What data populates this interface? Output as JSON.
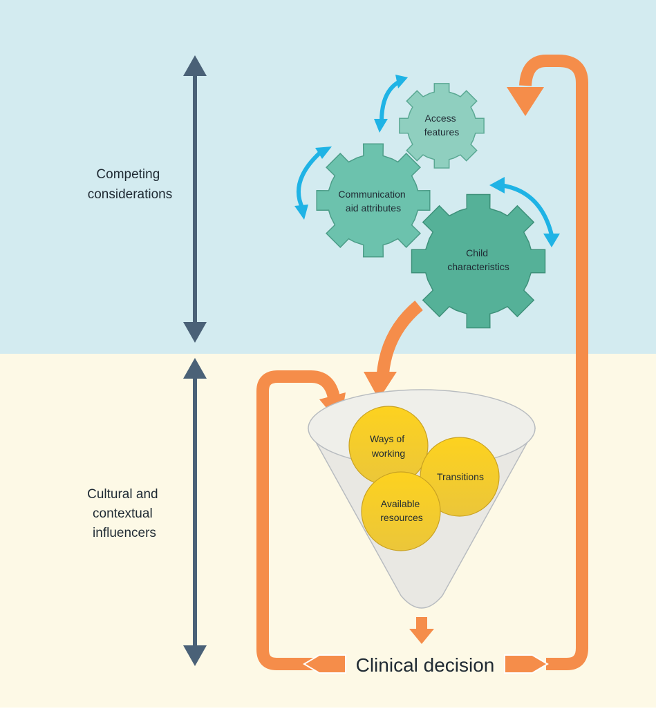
{
  "bands": {
    "top_label": [
      "Competing",
      "considerations"
    ],
    "bottom_label": [
      "Cultural and",
      "contextual",
      "influencers"
    ]
  },
  "gears": {
    "access": [
      "Access",
      "features"
    ],
    "communication": [
      "Communication",
      "aid attributes"
    ],
    "child": [
      "Child",
      "characteristics"
    ]
  },
  "funnel_items": {
    "ways": [
      "Ways of",
      "working"
    ],
    "transitions": [
      "Transitions"
    ],
    "resources": [
      "Available",
      "resources"
    ]
  },
  "outcome": "Clinical decision",
  "colors": {
    "top_band": "#d3ebf0",
    "bottom_band": "#fdf9e6",
    "axis_arrow": "#4a6177",
    "orange": "#f58d4a",
    "blue_arrow": "#1fb3e5",
    "gear_light": "#8fcfbf",
    "gear_mid": "#6cc2ad",
    "gear_dark": "#55b198",
    "ball": "#f2c71f"
  }
}
